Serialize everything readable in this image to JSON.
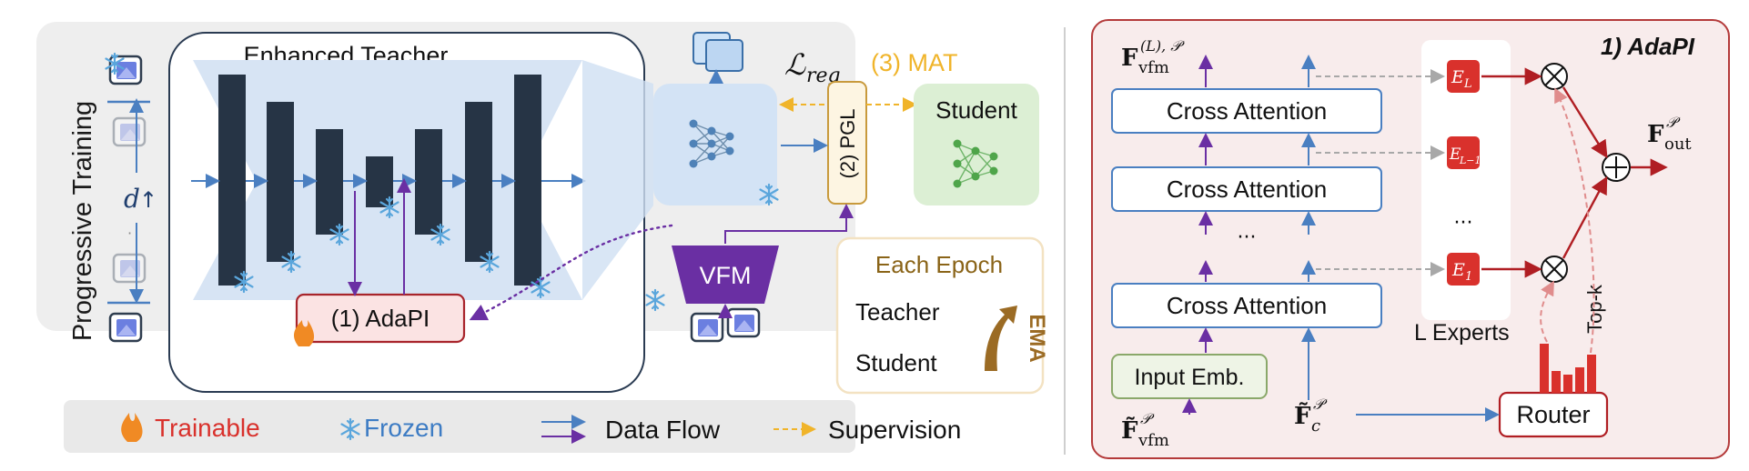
{
  "left": {
    "progressive_training": "Progressive Training",
    "depth_label": "d",
    "enhanced_teacher": "Enhanced Teacher",
    "adapi_box": "(1) AdaPI",
    "reg_loss": "ℒ",
    "reg_loss_sub": "reg",
    "mat": "(3) MAT",
    "pgl": "(2) PGL",
    "student": "Student",
    "vfm": "VFM",
    "each_epoch": "Each Epoch",
    "teacher": "Teacher",
    "student2": "Student",
    "ema": "EMA",
    "legend": {
      "trainable": "Trainable",
      "frozen": "Frozen",
      "data_flow": "Data Flow",
      "supervision": "Supervision"
    }
  },
  "right": {
    "title": "1) AdaPI",
    "cross_attention": [
      "Cross Attention",
      "Cross Attention",
      "Cross Attention"
    ],
    "ellipsis": "···",
    "input_emb": "Input Emb.",
    "f_vfm_out_main": "F",
    "f_vfm_out_sub": "vfm",
    "f_vfm_out_sup": "(L), 𝒫",
    "f_vfm_in_main": "F̃",
    "f_vfm_in_sub": "vfm",
    "f_vfm_in_sup": "𝒫",
    "f_c_main": "F̃",
    "f_c_sub": "c",
    "f_c_sup": "𝒫",
    "f_out_main": "F",
    "f_out_sub": "out",
    "f_out_sup": "𝒫",
    "experts": [
      "E",
      "E",
      "E"
    ],
    "experts_sub": [
      "L",
      "L−1",
      "1"
    ],
    "experts_dots": "···",
    "l_experts": "L Experts",
    "router": "Router",
    "topk": "Top-k"
  },
  "colors": {
    "blue": "#4a7fc1",
    "purple": "#6a2fa3",
    "orange": "#f0b42a",
    "red": "#c0282d",
    "dark": "#263445"
  }
}
